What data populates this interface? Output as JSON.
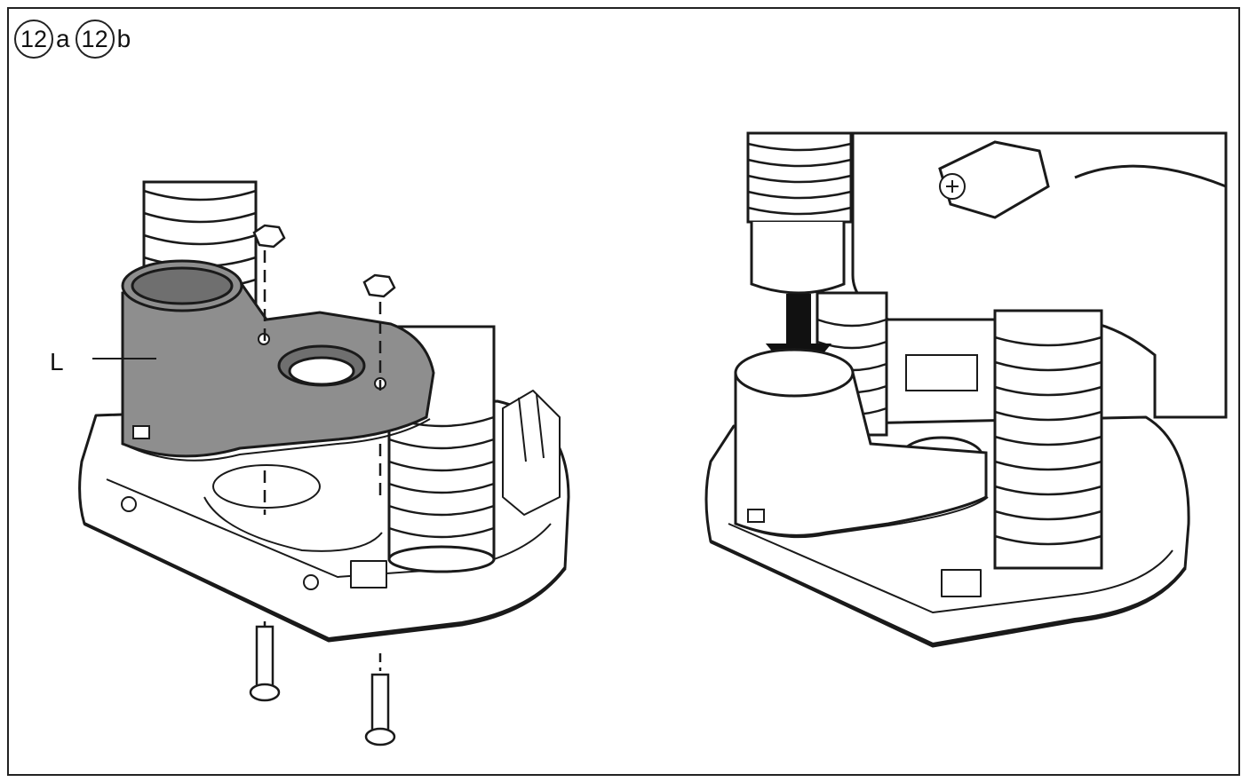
{
  "figure": {
    "ref_a_number": "12",
    "ref_a_suffix": "a",
    "ref_b_number": "12",
    "ref_b_suffix": "b"
  },
  "callouts": {
    "adapter_label": "L"
  },
  "colors": {
    "line": "#1a1a1a",
    "adapter_fill": "#8e8e8e",
    "adapter_dark": "#6f6f6f",
    "background": "#ffffff"
  }
}
